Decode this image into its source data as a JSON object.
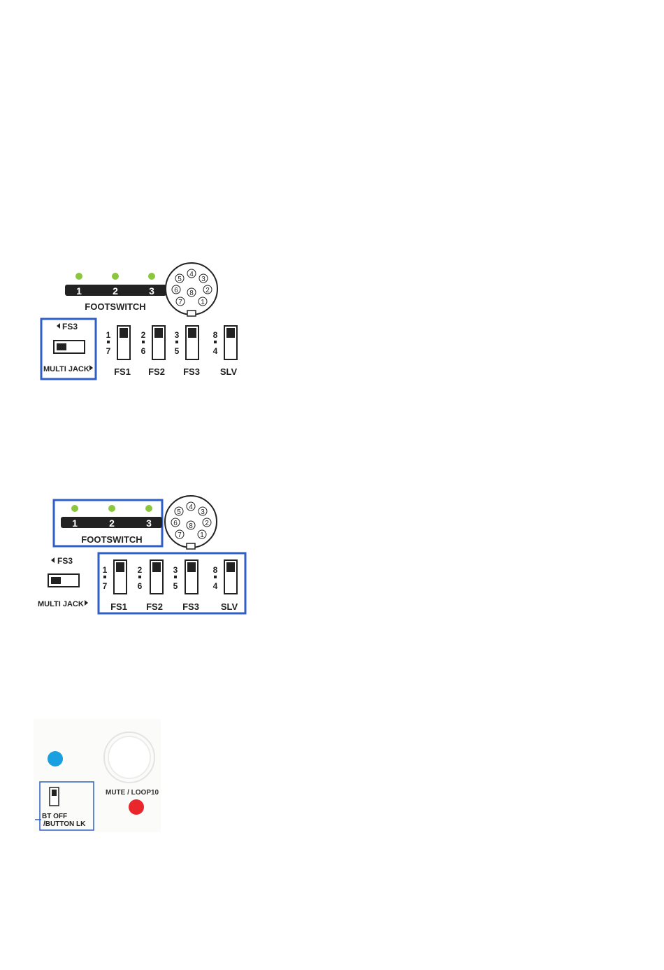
{
  "colors": {
    "led_green": "#8cc63f",
    "highlight_blue": "#2f5fc4",
    "bt_led_blue": "#1a9fe0",
    "mute_led_red": "#e8262b",
    "ink": "#222222"
  },
  "panel1": {
    "leds": [
      "1",
      "2",
      "3"
    ],
    "footswitch_label": "FOOTSWITCH",
    "pins": [
      "1",
      "2",
      "3",
      "4",
      "5",
      "6",
      "7",
      "8"
    ],
    "fs3_label": "FS3",
    "multi_jack_label": "MULTI JACK",
    "dip": [
      {
        "top": "1",
        "bottom": "7",
        "label": "FS1"
      },
      {
        "top": "2",
        "bottom": "6",
        "label": "FS2"
      },
      {
        "top": "3",
        "bottom": "5",
        "label": "FS3"
      },
      {
        "top": "8",
        "bottom": "4",
        "label": "SLV"
      }
    ],
    "highlight": "multi-jack-selector"
  },
  "panel2": {
    "leds": [
      "1",
      "2",
      "3"
    ],
    "footswitch_label": "FOOTSWITCH",
    "fs3_label": "FS3",
    "multi_jack_label": "MULTI JACK",
    "dip": [
      {
        "top": "1",
        "bottom": "7",
        "label": "FS1"
      },
      {
        "top": "2",
        "bottom": "6",
        "label": "FS2"
      },
      {
        "top": "3",
        "bottom": "5",
        "label": "FS3"
      },
      {
        "top": "8",
        "bottom": "4",
        "label": "SLV"
      }
    ],
    "highlight": [
      "footswitch-strip",
      "dip-switch-bank"
    ]
  },
  "panel3": {
    "mute_label": "MUTE / LOOP10",
    "bt_label_line1": "BT OFF",
    "bt_label_line2": "/BUTTON LK"
  }
}
